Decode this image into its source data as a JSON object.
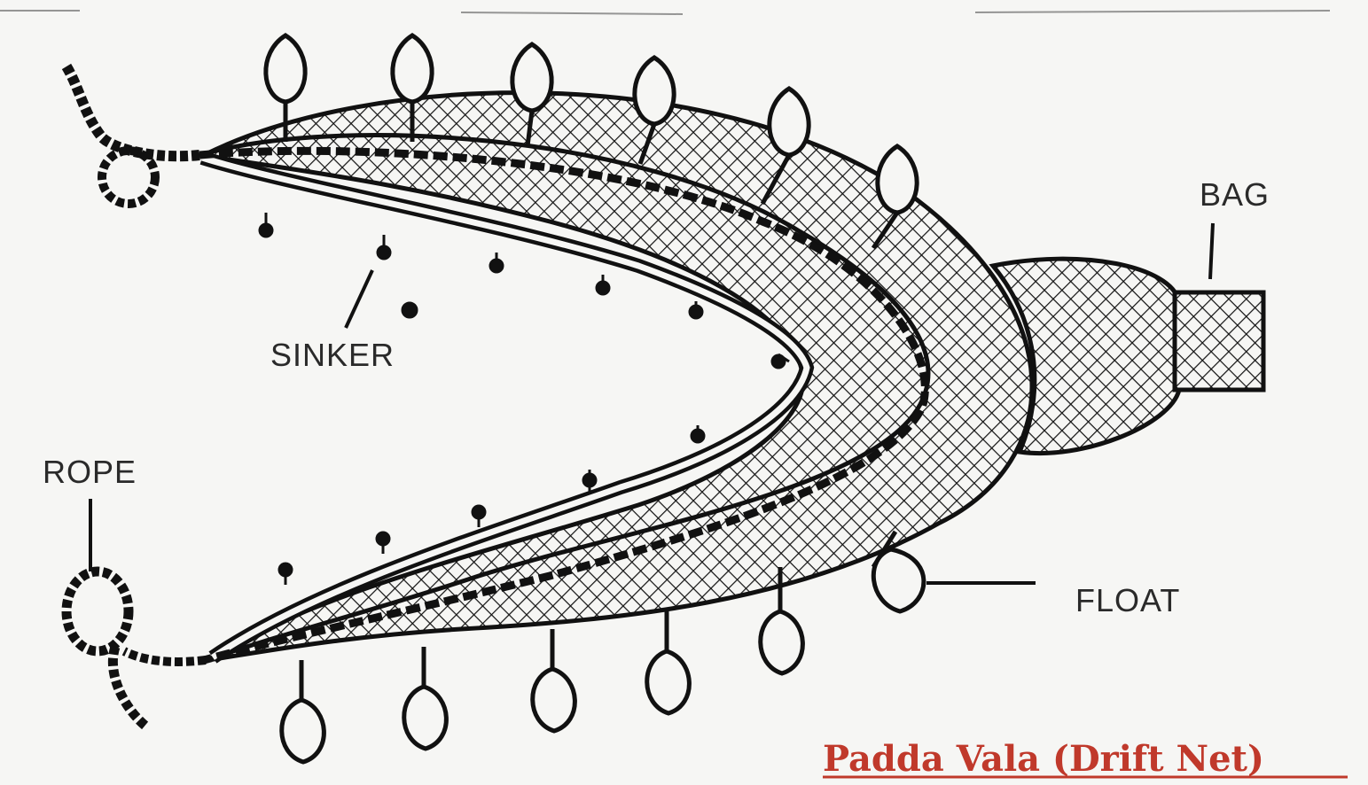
{
  "diagram": {
    "labels": {
      "bag": "BAG",
      "sinker": "SINKER",
      "rope": "ROPE",
      "float": "FLOAT"
    },
    "caption": "Padda Vala (Drift Net)",
    "colors": {
      "ink": "#111111",
      "paper": "#f6f6f4",
      "caption": "#c0392b"
    }
  }
}
